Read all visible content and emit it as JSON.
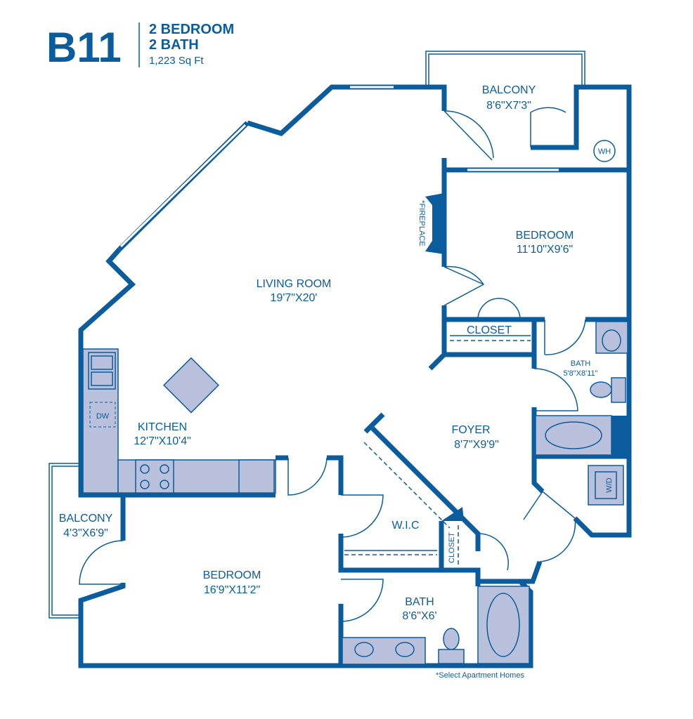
{
  "header": {
    "plan_code": "B11",
    "bedrooms": "2 BEDROOM",
    "baths": "2 BATH",
    "area": "1,223 Sq Ft"
  },
  "rooms": {
    "balcony_top": {
      "name": "BALCONY",
      "dims": "8'6\"X7'3\""
    },
    "wh": "WH",
    "fireplace": "*FIREPLACE",
    "bedroom_1": {
      "name": "BEDROOM",
      "dims": "11'10\"X9'6\""
    },
    "living": {
      "name": "LIVING ROOM",
      "dims": "19'7\"X20'"
    },
    "closet_1": "CLOSET",
    "bath_1": {
      "name": "BATH",
      "dims": "5'8\"X8'11\""
    },
    "dw": "DW",
    "kitchen": {
      "name": "KITCHEN",
      "dims": "12'7\"X10'4\""
    },
    "foyer": {
      "name": "FOYER",
      "dims": "8'7\"X9'9\""
    },
    "wd": "W/D",
    "balcony_left": {
      "name": "BALCONY",
      "dims": "4'3\"X6'9\""
    },
    "wic": "W.I.C",
    "closet_2": "CLOSET",
    "bedroom_2": {
      "name": "BEDROOM",
      "dims": "16'9\"X11'2\""
    },
    "bath_2": {
      "name": "BATH",
      "dims": "8'6\"X6'"
    }
  },
  "footnote": "*Select Apartment Homes",
  "colors": {
    "wall": "#0b5c9c",
    "fixture": "#b8c0dc"
  }
}
